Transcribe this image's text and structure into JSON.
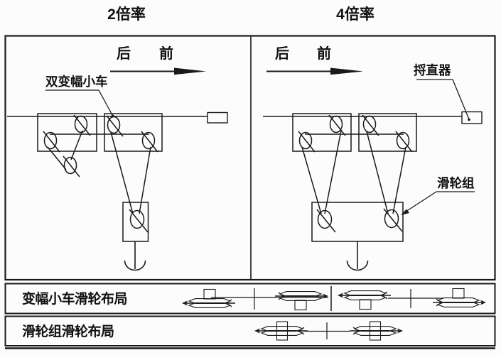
{
  "titles": {
    "left": "2倍率",
    "right": "4倍率"
  },
  "panel_left": {
    "back": "后",
    "front": "前",
    "trolley_label": "双变幅小车"
  },
  "panel_right": {
    "back": "后",
    "front": "前",
    "straightener_label": "捋直器",
    "pulley_block_label": "滑轮组"
  },
  "table": {
    "row1_label": "变幅小车滑轮布局",
    "row2_label": "滑轮组滑轮布局"
  },
  "colors": {
    "ink": "#1a1a1a",
    "paper": "#fcfcfc"
  }
}
